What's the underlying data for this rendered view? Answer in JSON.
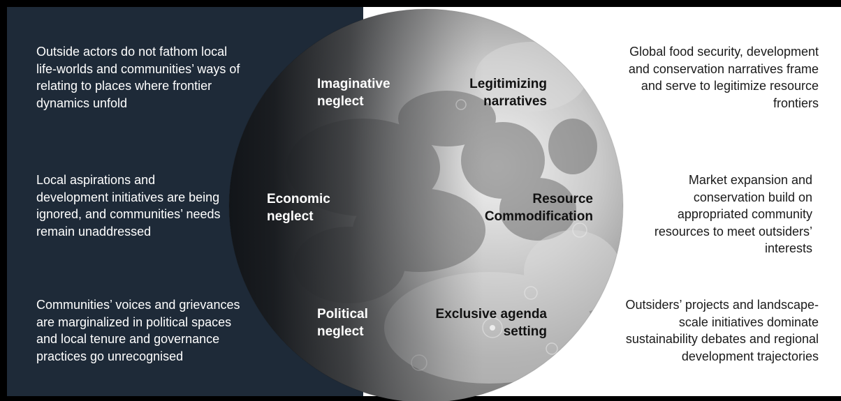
{
  "left_texts": {
    "imaginative": "Outside actors do not fathom local life-worlds and communities’ ways of relating to places where frontier dynamics unfold",
    "economic": "Local aspirations and development initiatives are being ignored, and communities’ needs remain unaddressed",
    "political": "Communities’ voices and grievances are marginalized in political spaces and local tenure and governance practices go unrecognised"
  },
  "right_texts": {
    "legitimizing": "Global food security, development and conservation narratives frame and serve to legitimize resource frontiers",
    "commodification": "Market expansion and conservation build on appropriated community resources to meet outsiders’ interests",
    "agenda": "Outsiders’ projects and landscape-scale initiatives dominate sustainability debates and regional development trajectories"
  },
  "moon_labels": {
    "imaginative": "Imaginative neglect",
    "economic": "Economic neglect",
    "political": "Political neglect",
    "legitimizing": "Legitimizing narratives",
    "commodification": "Resource Commodification",
    "agenda": "Exclusive agenda setting"
  },
  "colors": {
    "left_panel": "#1e2a38",
    "right_panel": "#ffffff",
    "frame": "#000000"
  }
}
